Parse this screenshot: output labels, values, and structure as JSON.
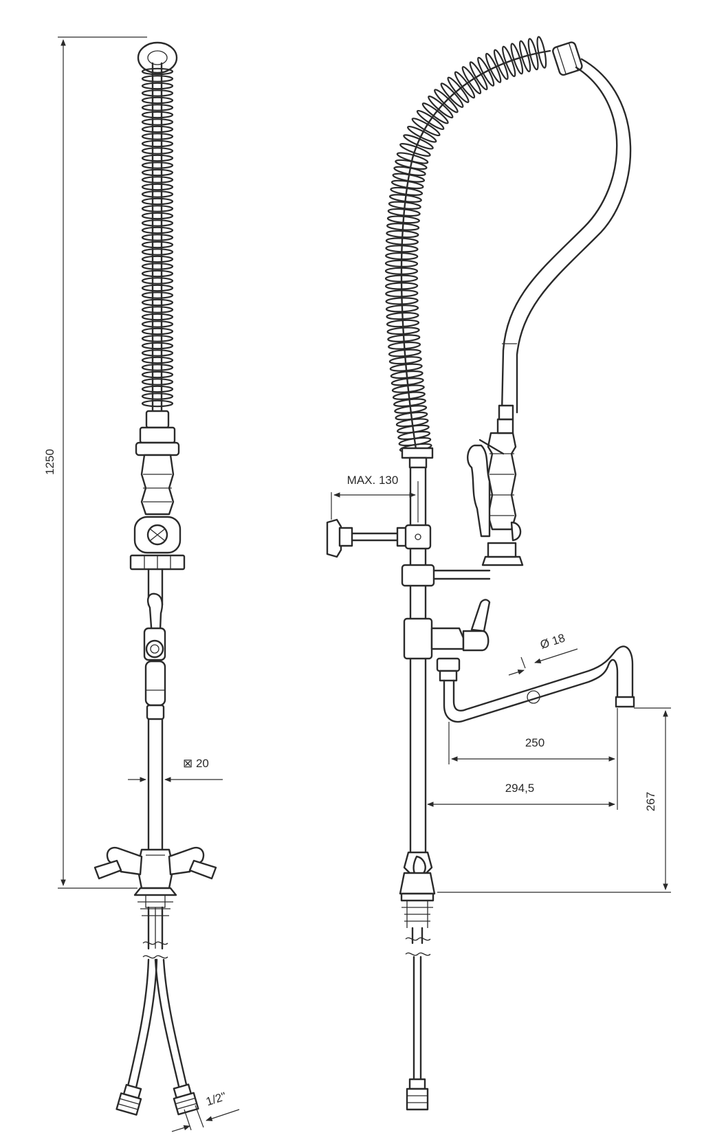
{
  "dimensions": {
    "overall_height": "1250",
    "spray_reach": "MAX. 130",
    "pipe_size": "⊠ 20",
    "spout_diameter": "Ø 18",
    "spout_length": "250",
    "spout_reach": "294,5",
    "spout_height": "267",
    "hose_thread": "1/2\""
  },
  "colors": {
    "line": "#2a2a2a",
    "background": "#ffffff"
  }
}
